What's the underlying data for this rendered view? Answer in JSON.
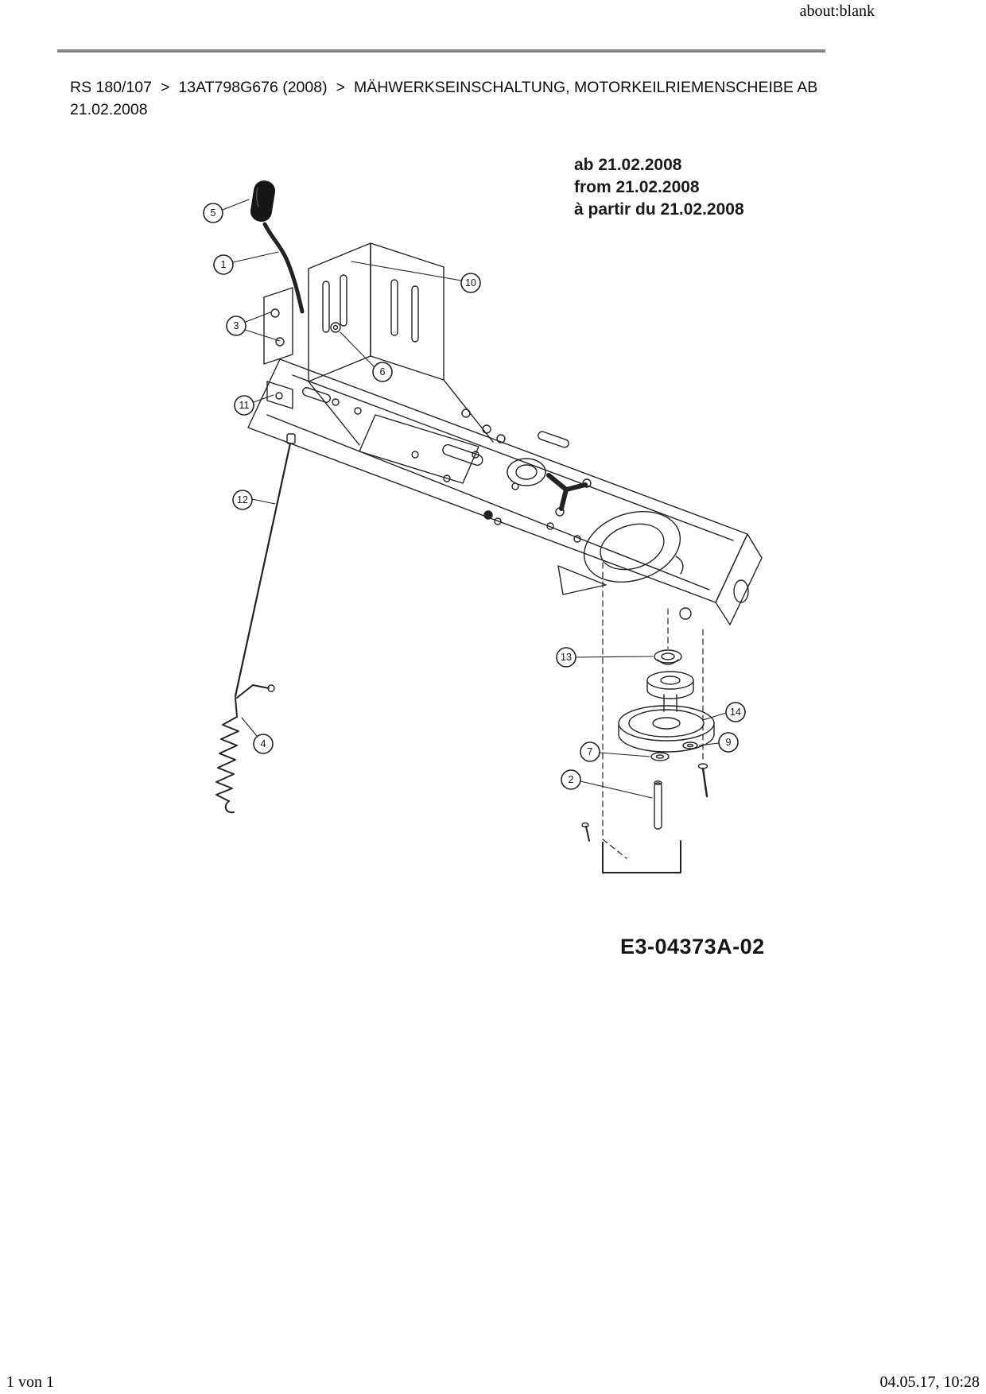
{
  "page": {
    "url_label": "about:blank",
    "footer_left": "1 von 1",
    "footer_right": "04.05.17, 10:28"
  },
  "breadcrumb": {
    "separator": ">",
    "segments": [
      "RS 180/107",
      "13AT798G676 (2008)",
      "MÄHWERKSEINSCHALTUNG, MOTORKEILRIEMENSCHEIBE AB 21.02.2008"
    ]
  },
  "diagram": {
    "annotation_lines": [
      "ab 21.02.2008",
      "from 21.02.2008",
      "à partir du 21.02.2008"
    ],
    "part_id": "E3-04373A-02",
    "callouts": [
      {
        "label": "5"
      },
      {
        "label": "1"
      },
      {
        "label": "10"
      },
      {
        "label": "3"
      },
      {
        "label": "6"
      },
      {
        "label": "11"
      },
      {
        "label": "12"
      },
      {
        "label": "4"
      },
      {
        "label": "13"
      },
      {
        "label": "14"
      },
      {
        "label": "7"
      },
      {
        "label": "9"
      },
      {
        "label": "2"
      }
    ]
  }
}
